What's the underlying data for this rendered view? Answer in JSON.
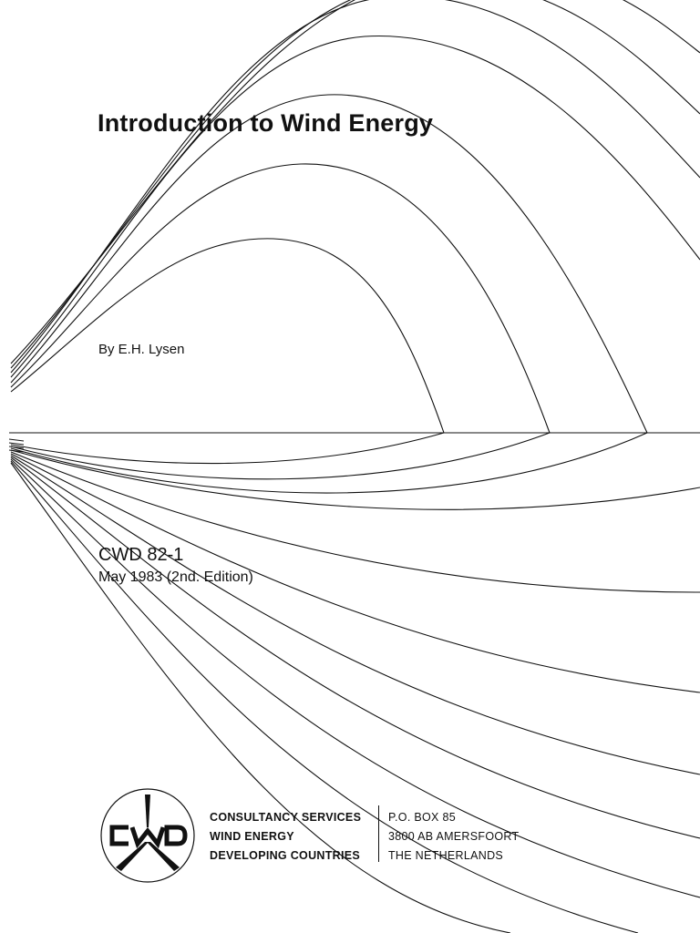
{
  "document": {
    "title": "Introduction to Wind Energy",
    "author": "By E.H. Lysen",
    "code": "CWD 82-1",
    "date_edition": "May 1983 (2nd. Edition)"
  },
  "logo": {
    "text": "CWD"
  },
  "organization": {
    "lines": [
      "CONSULTANCY SERVICES",
      "WIND ENERGY",
      "DEVELOPING COUNTRIES"
    ]
  },
  "address": {
    "lines": [
      "P.O. BOX 85",
      "3800 AB  AMERSFOORT",
      "THE NETHERLANDS"
    ]
  },
  "colors": {
    "ink": "#111111",
    "paper": "#ffffff"
  }
}
